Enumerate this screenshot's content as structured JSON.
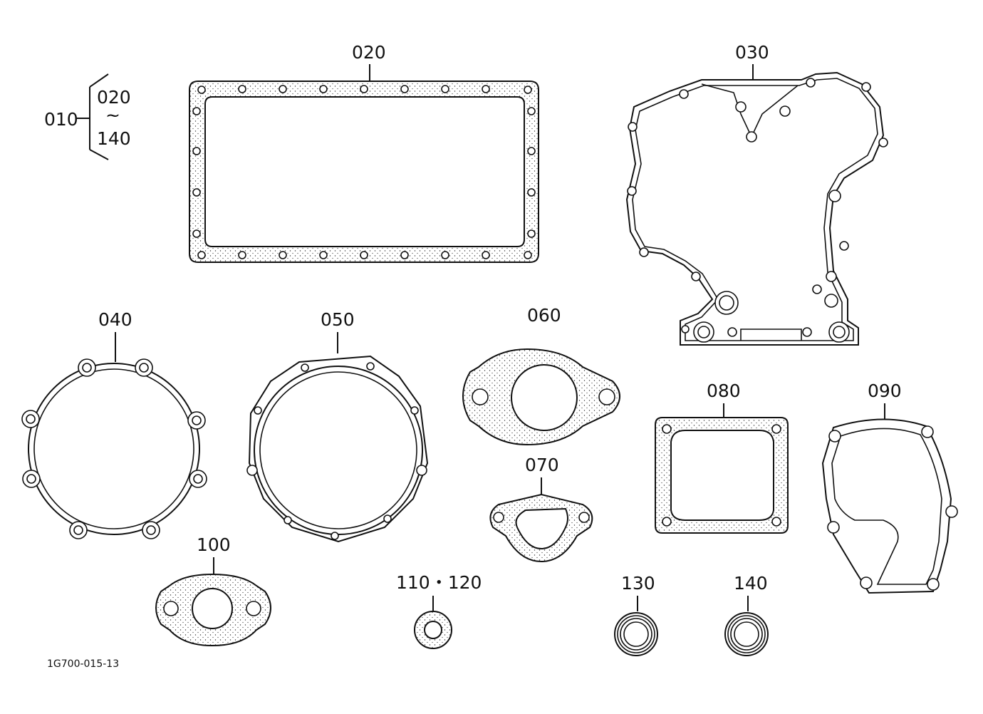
{
  "labels": {
    "kit": "010",
    "kit_from": "020",
    "kit_tilde": "~",
    "kit_to": "140",
    "p020": "020",
    "p030": "030",
    "p040": "040",
    "p050": "050",
    "p060": "060",
    "p070": "070",
    "p080": "080",
    "p090": "090",
    "p100": "100",
    "p110_120": "110・120",
    "p130": "130",
    "p140": "140"
  },
  "drawing_code": "1G700-015-13"
}
